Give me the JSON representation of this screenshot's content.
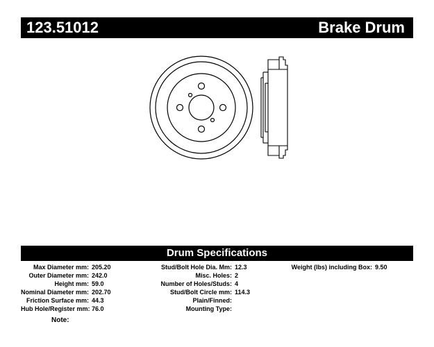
{
  "header": {
    "part_number": "123.51012",
    "product_type": "Brake Drum"
  },
  "specs": {
    "title": "Drum Specifications",
    "col1": [
      {
        "label": "Max Diameter mm:",
        "value": "205.20"
      },
      {
        "label": "Outer Diameter mm:",
        "value": "242.0"
      },
      {
        "label": "Height mm:",
        "value": "59.0"
      },
      {
        "label": "Nominal Diameter mm:",
        "value": "202.70"
      },
      {
        "label": "Friction Surface mm:",
        "value": "44.3"
      },
      {
        "label": "Hub Hole/Register mm:",
        "value": "76.0"
      }
    ],
    "col2": [
      {
        "label": "Stud/Bolt Hole Dia. Mm:",
        "value": "12.3"
      },
      {
        "label": "Misc. Holes:",
        "value": "2"
      },
      {
        "label": "Number of Holes/Studs:",
        "value": "4"
      },
      {
        "label": "Stud/Bolt Circle mm:",
        "value": "114.3"
      },
      {
        "label": "Plain/Finned:",
        "value": ""
      },
      {
        "label": "Mounting Type:",
        "value": ""
      }
    ],
    "col3": [
      {
        "label": "Weight (lbs) including Box:",
        "value": "9.50"
      }
    ],
    "note_label": "Note:"
  },
  "colors": {
    "bar": "#000000",
    "bar_text": "#ffffff",
    "line": "#000000"
  }
}
